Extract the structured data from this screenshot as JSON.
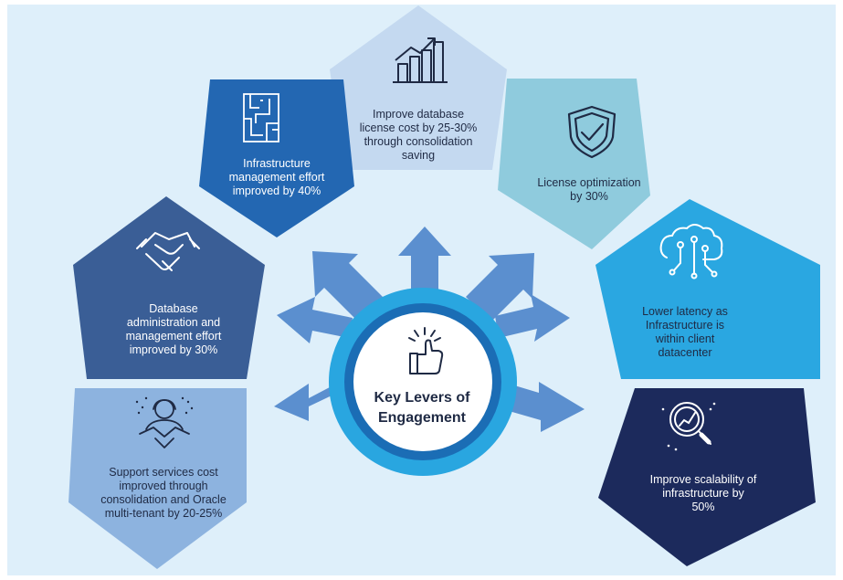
{
  "center": {
    "line1": "Key Levers of",
    "line2": "Engagement",
    "icon": "thumbs-up-icon"
  },
  "levers": [
    {
      "id": "db-license",
      "lines": [
        "Improve database",
        "license cost by 25-30%",
        "through consolidation",
        "saving"
      ],
      "icon": "bar-chart-growth-icon",
      "color": "#c4d9f0"
    },
    {
      "id": "infra-mgmt",
      "lines": [
        "Infrastructure",
        "management effort",
        "improved by 40%"
      ],
      "icon": "maze-icon",
      "color": "#2367b2"
    },
    {
      "id": "license-opt",
      "lines": [
        "License optimization",
        "by 30%"
      ],
      "icon": "shield-check-icon",
      "color": "#8fcbdd"
    },
    {
      "id": "db-admin",
      "lines": [
        "Database",
        "administration and",
        "management effort",
        "improved by 30%"
      ],
      "icon": "handshake-icon",
      "color": "#3a5e96"
    },
    {
      "id": "latency",
      "lines": [
        "Lower latency as",
        "Infrastructure is",
        "within client",
        "datacenter"
      ],
      "icon": "circuit-brain-icon",
      "color": "#2aa7e1"
    },
    {
      "id": "support",
      "lines": [
        "Support services cost",
        "improved through",
        "consolidation and Oracle",
        "multi-tenant by 20-25%"
      ],
      "icon": "person-handshake-icon",
      "color": "#8db3df"
    },
    {
      "id": "scalability",
      "lines": [
        "Improve scalability of",
        "infrastructure by",
        "50%"
      ],
      "icon": "magnifier-analytics-icon",
      "color": "#1c2a5c"
    }
  ],
  "colors": {
    "background": "#deeffa",
    "arrow": "#5b8fcf",
    "ring_outer": "#29a6e0",
    "ring_inner": "#1b6db5",
    "center_fill": "#ffffff"
  }
}
